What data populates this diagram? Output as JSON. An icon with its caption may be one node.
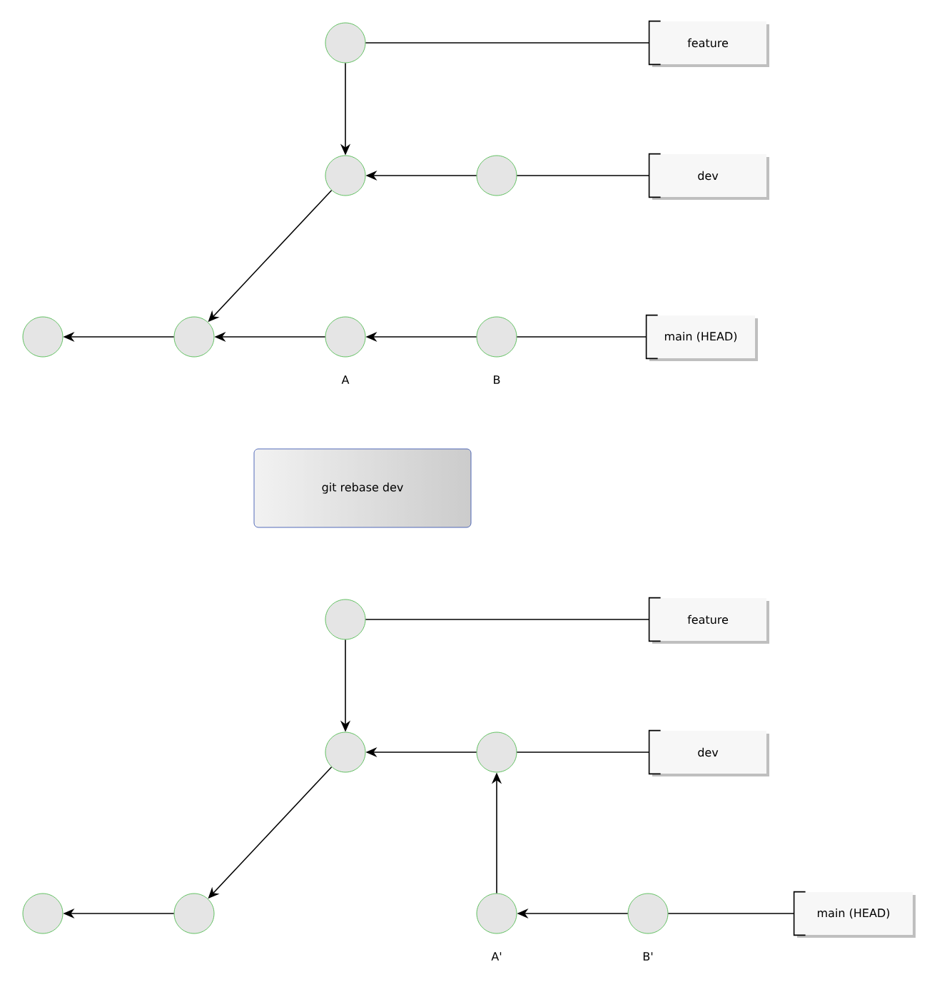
{
  "diagram": {
    "nodes": [
      {
        "text": [],
        "shape": "circle"
      },
      {
        "text": [
          "feature"
        ]
      },
      {
        "text": [],
        "shape": "circle"
      },
      {
        "text": [],
        "shape": "circle"
      },
      {
        "text": [
          "dev"
        ]
      },
      {
        "text": [],
        "shape": "circle"
      },
      {
        "text": [],
        "shape": "circle"
      },
      {
        "text": [],
        "shape": "circle",
        "beside": [
          "A"
        ]
      },
      {
        "text": [],
        "shape": "circle",
        "beside": [
          "B"
        ]
      },
      {
        "text": [
          "main (HEAD)"
        ]
      },
      {
        "text": [
          "git rebase dev"
        ]
      },
      {
        "text": [],
        "shape": "circle"
      },
      {
        "text": [
          "feature"
        ]
      },
      {
        "text": [],
        "shape": "circle"
      },
      {
        "text": [],
        "shape": "circle"
      },
      {
        "text": [
          "dev"
        ]
      },
      {
        "text": [],
        "shape": "circle"
      },
      {
        "text": [],
        "shape": "circle"
      },
      {
        "text": [],
        "shape": "circle",
        "beside": [
          "A'"
        ]
      },
      {
        "text": [],
        "shape": "circle",
        "beside": [
          "B'"
        ]
      },
      {
        "text": [
          "main (HEAD)"
        ]
      }
    ],
    "edges": [
      {
        "from": 0,
        "to": 2,
        "arrow": "to"
      },
      {
        "from": 0,
        "to": 1,
        "arrow": "none"
      },
      {
        "from": 3,
        "to": 2,
        "arrow": "to"
      },
      {
        "from": 3,
        "to": 4,
        "arrow": "none"
      },
      {
        "from": 2,
        "to": 6,
        "arrow": "to"
      },
      {
        "from": 6,
        "to": 5,
        "arrow": "to"
      },
      {
        "from": 7,
        "to": 6,
        "arrow": "to"
      },
      {
        "from": 8,
        "to": 7,
        "arrow": "to"
      },
      {
        "from": 8,
        "to": 9,
        "arrow": "none"
      },
      {
        "from": 11,
        "to": 13,
        "arrow": "to"
      },
      {
        "from": 11,
        "to": 12,
        "arrow": "none"
      },
      {
        "from": 14,
        "to": 13,
        "arrow": "to"
      },
      {
        "from": 14,
        "to": 15,
        "arrow": "none"
      },
      {
        "from": 13,
        "to": 17,
        "arrow": "to"
      },
      {
        "from": 17,
        "to": 16,
        "arrow": "to"
      },
      {
        "from": 18,
        "to": 14,
        "arrow": "to"
      },
      {
        "from": 19,
        "to": 18,
        "arrow": "to"
      },
      {
        "from": 19,
        "to": 20,
        "arrow": "none"
      }
    ]
  }
}
